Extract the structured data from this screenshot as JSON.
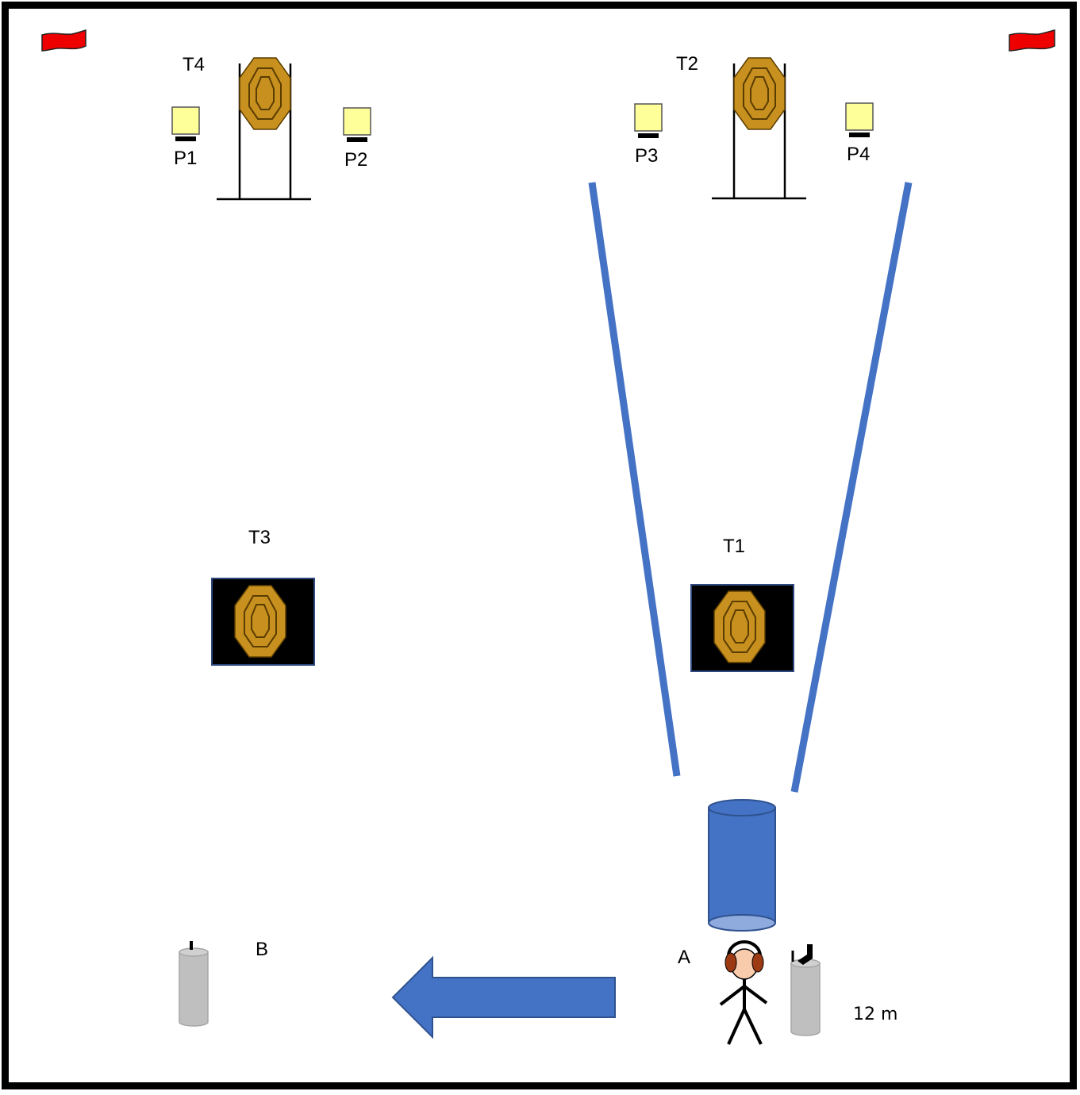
{
  "labels": {
    "t4": "T4",
    "t2": "T2",
    "t3": "T3",
    "t1": "T1",
    "p1": "P1",
    "p2": "P2",
    "p3": "P3",
    "p4": "P4",
    "a": "A",
    "b": "B",
    "distance": "12 m"
  },
  "icons": {
    "flag": "flag-icon",
    "target": "octagon-target-icon",
    "popper": "popper-icon",
    "barrel": "barrel-icon",
    "table": "table-icon",
    "shooter": "shooter-icon",
    "arrow": "arrow-left-icon"
  },
  "colors": {
    "border": "#000000",
    "flag": "#ee0000",
    "target_fill": "#c8901e",
    "target_frame": "#000000",
    "popper_fill": "#ffff99",
    "fault_line": "#4472c4",
    "barrel": "#4472c4",
    "table_fill": "#bfbfbf",
    "ear_muff": "#9b3a13",
    "skin": "#f8cbad"
  }
}
